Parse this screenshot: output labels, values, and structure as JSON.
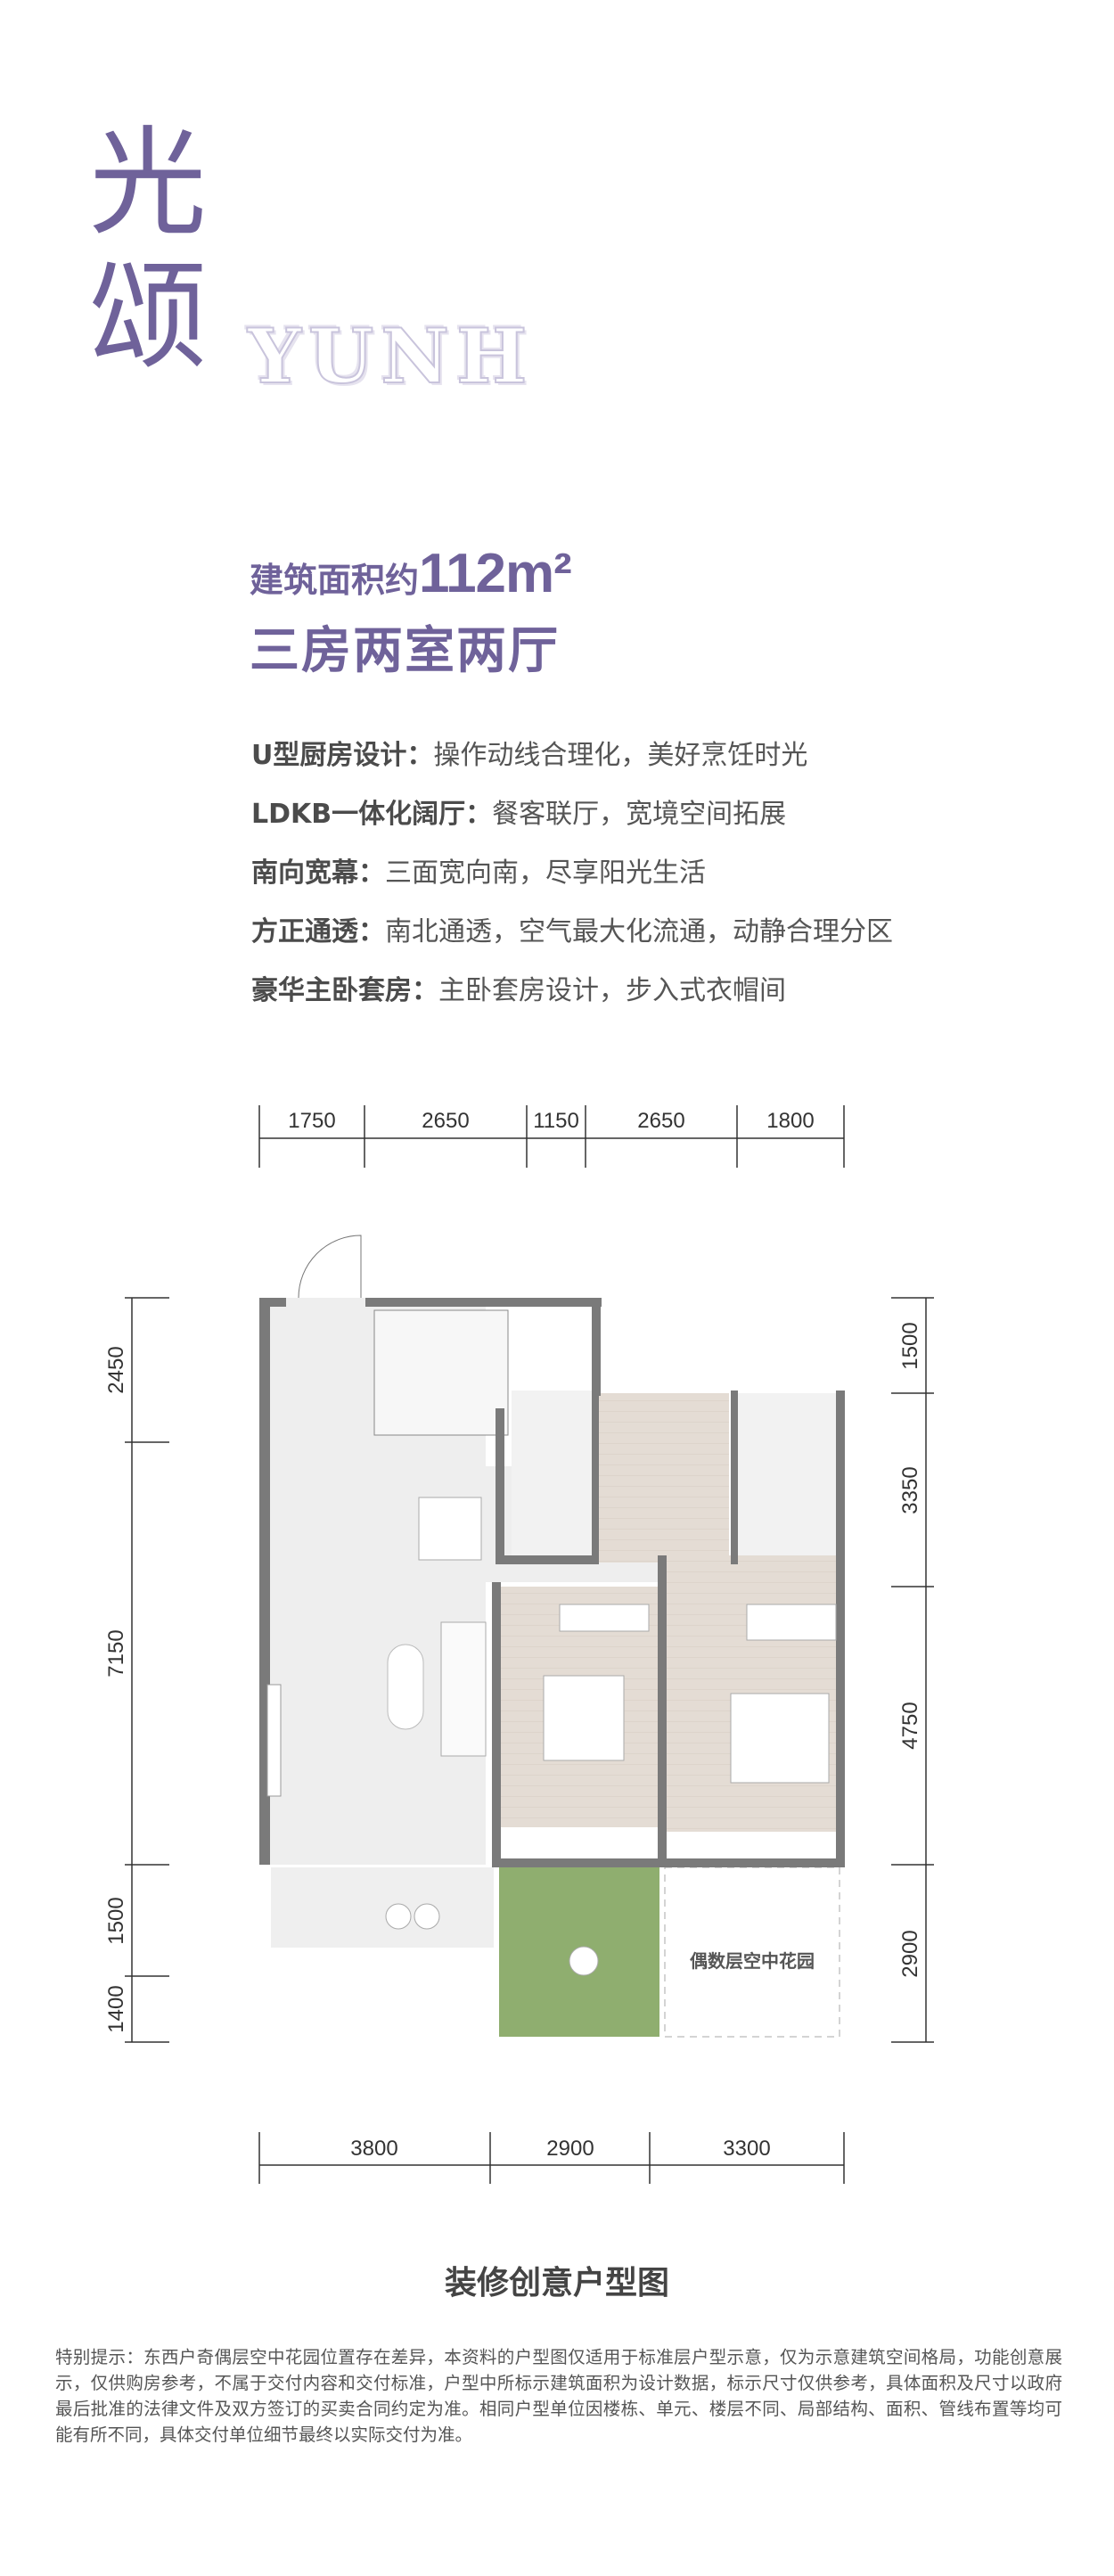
{
  "brand": {
    "chinese_chars": [
      "光",
      "颂"
    ],
    "latin_wordmark": "YUNH",
    "accent_color": "#6f629a"
  },
  "unit": {
    "area_prefix": "建筑面积约",
    "area_value": "112",
    "area_unit": "m²",
    "layout": "三房两室两厅"
  },
  "features": [
    {
      "key": "U型厨房设计：",
      "value": "操作动线合理化，美好烹饪时光"
    },
    {
      "key": "LDKB一体化阔厅：",
      "value": "餐客联厅，宽境空间拓展"
    },
    {
      "key": "南向宽幕：",
      "value": "三面宽向南，尽享阳光生活"
    },
    {
      "key": "方正通透：",
      "value": "南北通透，空气最大化流通，动静合理分区"
    },
    {
      "key": "豪华主卧套房：",
      "value": "主卧套房设计，步入式衣帽间"
    }
  ],
  "floorplan": {
    "dimensions_top": [
      "1750",
      "2650",
      "1150",
      "2650",
      "1800"
    ],
    "dimensions_left": [
      "2450",
      "7150",
      "1500",
      "1400"
    ],
    "dimensions_right": [
      "1500",
      "3350",
      "4750",
      "2900"
    ],
    "dimensions_bottom": [
      "3800",
      "2900",
      "3300"
    ],
    "garden_label": "偶数层空中花园"
  },
  "caption": "装修创意户型图",
  "disclaimer": "特别提示：东西户奇偶层空中花园位置存在差异，本资料的户型图仅适用于标准层户型示意，仅为示意建筑空间格局，功能创意展示，仅供购房参考，不属于交付内容和交付标准，户型中所标示建筑面积为设计数据，标示尺寸仅供参考，具体面积及尺寸以政府最后批准的法律文件及双方签订的买卖合同约定为准。相同户型单位因楼栋、单元、楼层不同、局部结构、面积、管线布置等均可能有所不同，具体交付单位细节最终以实际交付为准。"
}
